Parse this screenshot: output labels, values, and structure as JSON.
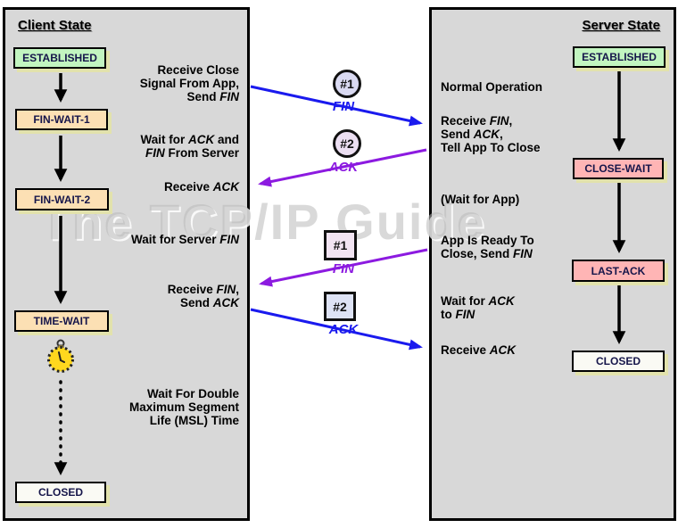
{
  "watermark": "The TCP/IP Guide",
  "colors": {
    "panelbg": "#d8d8d8",
    "green": "#c2f5c0",
    "peach": "#fce0b4",
    "pink": "#ffb5b5",
    "whitebox": "#fafaf4",
    "boxshadow": "#e2e2ac",
    "statetext": "#15154a",
    "blue": "#1a1aee",
    "purple": "#8c1ae0",
    "clockface": "#ffd81e"
  },
  "client": {
    "title": "Client State",
    "states": [
      {
        "label": "ESTABLISHED"
      },
      {
        "label": "FIN-WAIT-1"
      },
      {
        "label": "FIN-WAIT-2"
      },
      {
        "label": "TIME-WAIT"
      },
      {
        "label": "CLOSED"
      }
    ],
    "annotations": [
      {
        "text": "Receive Close\nSignal From App,\nSend *FIN*"
      },
      {
        "text": "Wait for *ACK* and\n*FIN* From Server"
      },
      {
        "text": "Receive *ACK*"
      },
      {
        "text": "Wait for Server *FIN*"
      },
      {
        "text": "Receive *FIN*,\nSend *ACK*"
      },
      {
        "text": "Wait For Double\nMaximum Segment\nLife (MSL) Time"
      }
    ]
  },
  "server": {
    "title": "Server State",
    "states": [
      {
        "label": "ESTABLISHED"
      },
      {
        "label": "CLOSE-WAIT"
      },
      {
        "label": "LAST-ACK"
      },
      {
        "label": "CLOSED"
      }
    ],
    "annotations": [
      {
        "text": "Normal Operation"
      },
      {
        "text": "Receive *FIN*,\nSend *ACK*,\nTell App To Close"
      },
      {
        "text": "(Wait for App)"
      },
      {
        "text": "App Is Ready To\nClose, Send *FIN*"
      },
      {
        "text": "Wait for *ACK*\nto *FIN*"
      },
      {
        "text": "Receive *ACK*"
      }
    ]
  },
  "messages": [
    {
      "badge": "#1",
      "shape": "circle",
      "label": "FIN",
      "color": "blue",
      "direction": "client-to-server"
    },
    {
      "badge": "#2",
      "shape": "circle",
      "label": "ACK",
      "color": "purple",
      "direction": "server-to-client"
    },
    {
      "badge": "#1",
      "shape": "square",
      "label": "FIN",
      "color": "purple",
      "direction": "server-to-client"
    },
    {
      "badge": "#2",
      "shape": "square",
      "label": "ACK",
      "color": "blue",
      "direction": "client-to-server"
    }
  ],
  "icons": {
    "timer": "stopwatch"
  }
}
